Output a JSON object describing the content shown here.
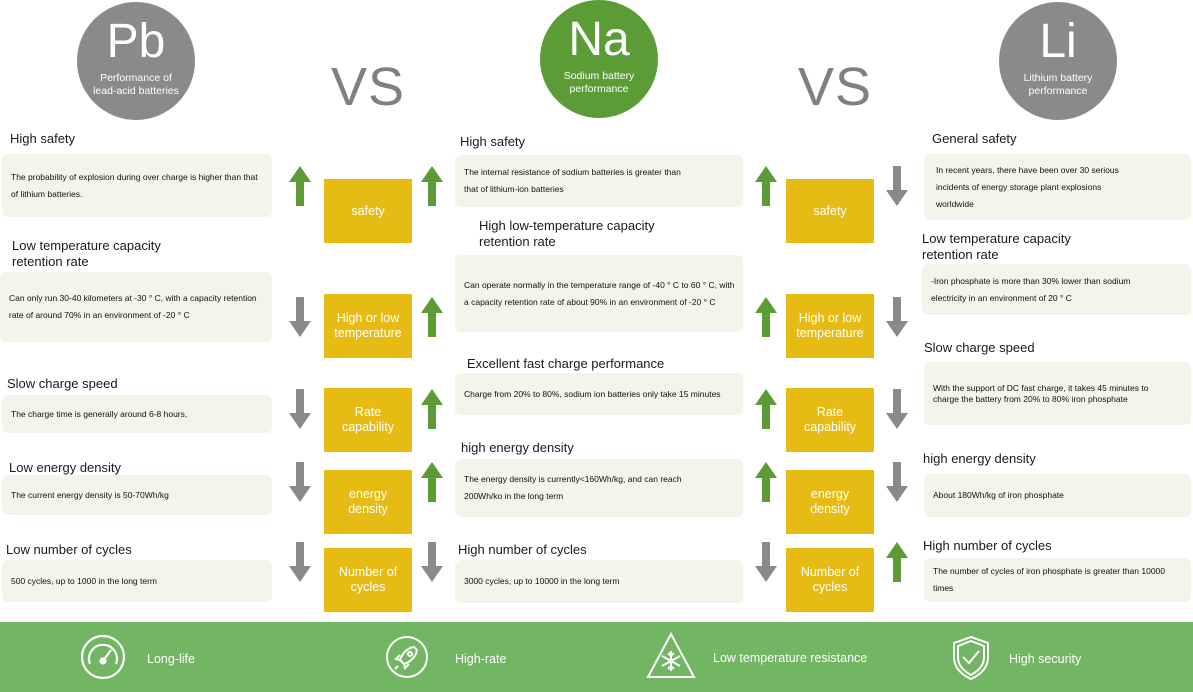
{
  "header": {
    "pb": {
      "symbol": "Pb",
      "desc": "Performance of lead-acid batteries"
    },
    "na": {
      "symbol": "Na",
      "desc": "Sodium battery performance"
    },
    "li": {
      "symbol": "Li",
      "desc": "Lithium battery performance"
    },
    "vs": "VS"
  },
  "colors": {
    "gray": "#8a8a8a",
    "green": "#5b9c36",
    "yellow": "#e6bc14",
    "footer": "#72b562",
    "panel": "#f2f5e9"
  },
  "categories": [
    "safety",
    "High or low temperature",
    "Rate capability",
    "energy density",
    "Number of cycles"
  ],
  "pb": [
    {
      "title": "High safety",
      "text": "The probability of explosion during over charge is higher than that of lithium batteries."
    },
    {
      "title": "Low temperature capacity retention rate",
      "text": "Can only run 30-40 kilometers at -30 ° C, with a capacity retention rate of around 70% in an environment of -20 ° C"
    },
    {
      "title": "Slow charge speed",
      "text": "The charge time is generally around 6-8 hours,"
    },
    {
      "title": "Low energy density",
      "text": "The current energy density is 50-70Wh/kg"
    },
    {
      "title": "Low number of cycles",
      "text": "500 cycles, up to 1000 in the long term"
    }
  ],
  "na": [
    {
      "title": "High safety",
      "text": "The internal resistance of sodium batteries is greater than that of lithium-ion batteries"
    },
    {
      "title": "High low-temperature capacity retention rate",
      "text": "Can operate normally in the temperature range of -40 ° C to 60 ° C, with a capacity retention rate of about 90% in an environment of -20 ° C"
    },
    {
      "title": "Excellent fast charge performance",
      "text": "Charge from 20% to 80%, sodium ion batteries only take 15 minutes"
    },
    {
      "title": "high energy density",
      "text": "The energy density is currently<160Wh/kg, and can reach 200Wh/ko in the long term"
    },
    {
      "title": "High number of cycles",
      "text": "3000 cycles, up to 10000 in the long term"
    }
  ],
  "li": [
    {
      "title": "General safety",
      "text": "In recent years, there have been over 30 serious incidents of energy storage plant explosions worldwide"
    },
    {
      "title": "Low temperature capacity retention rate",
      "text": "-Iron phosphate is more than 30% lower than sodium electricity in an environment of 20 ° C"
    },
    {
      "title": "Slow charge speed",
      "text": "With the support of DC fast charge, it takes 45 minutes to charge the battery from 20% to 80% iron phosphate"
    },
    {
      "title": "high energy density",
      "text": "About 180Wh/kg of iron phosphate"
    },
    {
      "title": "High number of cycles",
      "text": "The number of cycles of iron phosphate is greater than 10000 times"
    }
  ],
  "arrows": {
    "col1": [
      "up",
      "down",
      "down",
      "down",
      "down"
    ],
    "col2": [
      "up",
      "up",
      "up",
      "up",
      "down"
    ],
    "col3": [
      "up",
      "up",
      "up",
      "up",
      "down"
    ],
    "col4": [
      "down",
      "down",
      "down",
      "down",
      "up"
    ]
  },
  "footer": [
    {
      "label": "Long-life",
      "icon": "gauge-icon"
    },
    {
      "label": "High-rate",
      "icon": "rocket-icon"
    },
    {
      "label": "Low temperature resistance",
      "icon": "snowflake-warning-icon"
    },
    {
      "label": "High security",
      "icon": "shield-check-icon"
    }
  ]
}
